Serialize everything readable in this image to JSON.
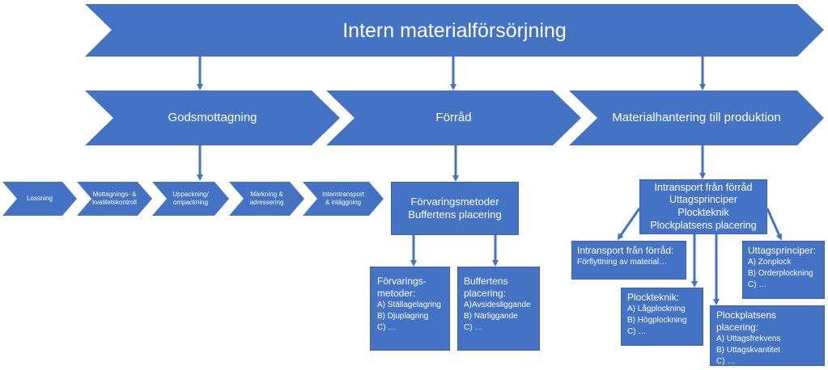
{
  "title": "Intern materialförsörjning",
  "level2": [
    "Godsmottagning",
    "Förråd",
    "Materialhantering till produktion"
  ],
  "steps": [
    [
      "Lossning",
      ""
    ],
    [
      "Mottagnings- &",
      "kvalitetskontroll"
    ],
    [
      "Uppackning/",
      "ompackning"
    ],
    [
      "Märkning &",
      "adressering"
    ],
    [
      "Interntransport",
      "& inläggning"
    ]
  ],
  "forrad": {
    "main": [
      "Förvaringsmetoder",
      "Buffertens placering"
    ],
    "methods": {
      "title": [
        "Förvarings-",
        "metoder:"
      ],
      "items": [
        "A) Ställagelagring",
        "B) Djuplagring",
        "C) …"
      ]
    },
    "buffer": {
      "title": [
        "Buffertens",
        "placering:"
      ],
      "items": [
        "A)Avsidesliggande",
        "B) Närliggande",
        "C) …"
      ]
    }
  },
  "mat": {
    "main": [
      "Intransport från förråd",
      "Uttagsprinciper",
      "Plockteknik",
      "Plockplatsens placering"
    ],
    "intransport": {
      "title": "Intransport från förråd:",
      "items": [
        "Förflyttning av material…"
      ]
    },
    "uttag": {
      "title": "Uttagsprinciper:",
      "items": [
        "A) Zonplock",
        "B) Orderplockning",
        "C) …"
      ]
    },
    "plock": {
      "title": "Plockteknik:",
      "items": [
        "A) Lågplockning",
        "B) Högplockning",
        "C) …"
      ]
    },
    "plats": {
      "title": "Plockplatsens placering:",
      "items": [
        "A) Uttagsfrekvens",
        "B) Uttagskvantitet",
        "C) …"
      ]
    }
  },
  "colors": {
    "fill": "#4472C4"
  }
}
